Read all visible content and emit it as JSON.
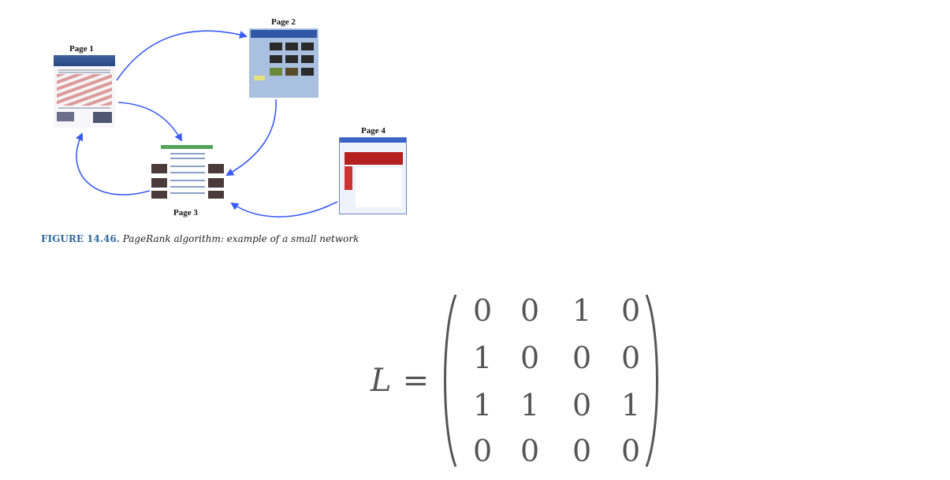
{
  "figure": {
    "pages": [
      {
        "id": "page-1",
        "label": "Page 1"
      },
      {
        "id": "page-2",
        "label": "Page 2"
      },
      {
        "id": "page-3",
        "label": "Page 3"
      },
      {
        "id": "page-4",
        "label": "Page 4"
      }
    ],
    "links": [
      {
        "from": "Page 1",
        "to": "Page 2"
      },
      {
        "from": "Page 1",
        "to": "Page 3"
      },
      {
        "from": "Page 2",
        "to": "Page 3"
      },
      {
        "from": "Page 3",
        "to": "Page 1"
      },
      {
        "from": "Page 4",
        "to": "Page 3"
      }
    ],
    "arrow_color": "#3b5bf5",
    "caption_label": "FIGURE 14.46.",
    "caption_text": "PageRank algorithm: example of a small network",
    "caption_label_color": "#2e6aa0"
  },
  "equation": {
    "lhs": "L",
    "sign": "=",
    "matrix": [
      [
        "0",
        "0",
        "1",
        "0"
      ],
      [
        "1",
        "0",
        "0",
        "0"
      ],
      [
        "1",
        "1",
        "0",
        "1"
      ],
      [
        "0",
        "0",
        "0",
        "0"
      ]
    ]
  }
}
